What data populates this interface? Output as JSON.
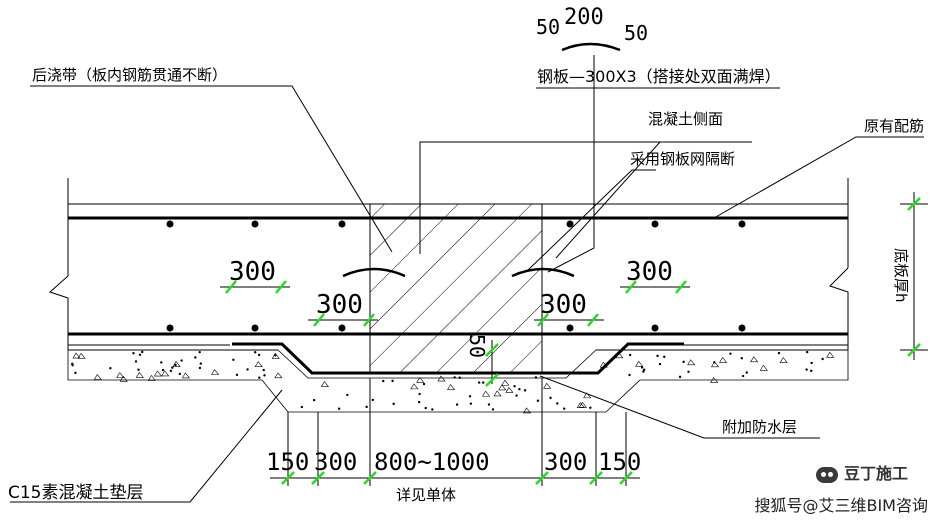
{
  "labels": {
    "post_pour_strip": "后浇带（板内钢筋贯通不断）",
    "steel_plate_top_dims": [
      "50",
      "200",
      "50"
    ],
    "steel_plate_spec": "钢板—300X3（搭接处双面满焊）",
    "concrete_side_line1": "混凝土侧面",
    "concrete_side_line2": "采用钢板网隔断",
    "original_reinforcement": "原有配筋",
    "floor_thickness": "底板厚h",
    "additional_waterproof": "附加防水层",
    "c15_cushion": "C15素混凝土垫层",
    "see_detail": "详见单体"
  },
  "dims": {
    "upper_left_300": "300",
    "upper_right_300": "300",
    "lower_left_300": "300",
    "lower_right_300": "300",
    "depth_50": "50",
    "bottom_chain": [
      "150",
      "300",
      "800~1000",
      "300",
      "150"
    ]
  },
  "watermark": {
    "brand": "豆丁施工",
    "source": "搜狐号@艾三维BIM咨询"
  },
  "colors": {
    "line": "#000000",
    "dim_tick": "#22dd22"
  }
}
